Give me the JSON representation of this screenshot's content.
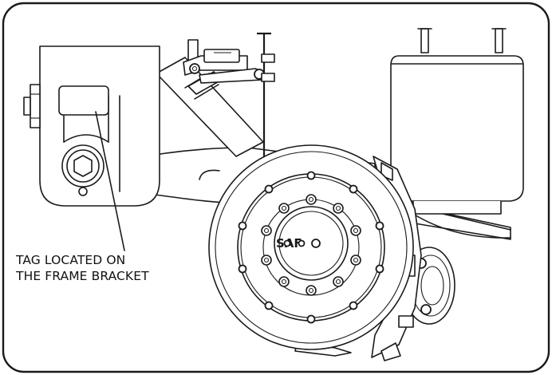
{
  "callout": {
    "line1": "TAG LOCATED ON",
    "line2": "THE FRAME BRACKET"
  },
  "logo_text": "SAF",
  "colors": {
    "stroke": "#1a1a1a",
    "background": "#ffffff",
    "shade": "#d9d9d9"
  }
}
